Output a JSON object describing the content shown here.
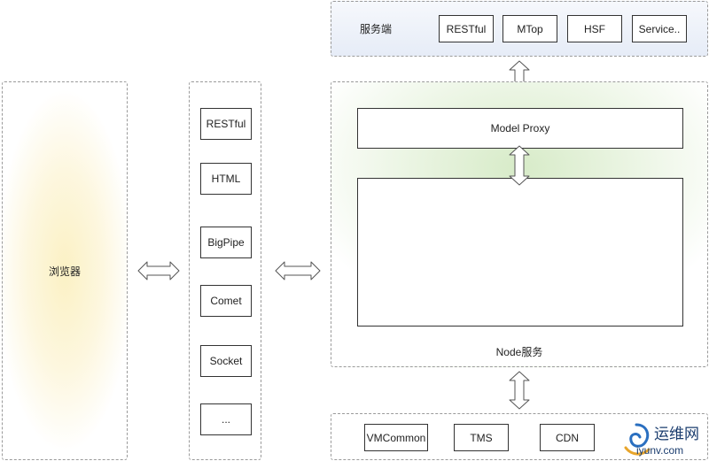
{
  "browser": {
    "label": "浏览器"
  },
  "protocols": [
    "RESTful",
    "HTML",
    "BigPipe",
    "Comet",
    "Socket",
    "..."
  ],
  "service": {
    "title": "服务端",
    "items": [
      "RESTful",
      "MTop",
      "HSF",
      "Service.."
    ]
  },
  "node": {
    "model_proxy": "Model Proxy",
    "label": "Node服务"
  },
  "dependencies": [
    "VMCommon",
    "TMS",
    "CDN"
  ],
  "watermark": {
    "text": "运维网",
    "url": "iyunv.com"
  }
}
